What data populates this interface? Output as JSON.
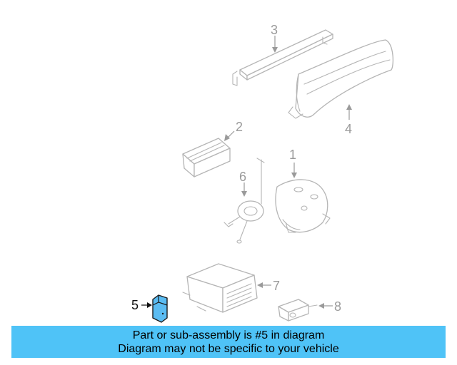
{
  "diagram": {
    "callouts": [
      {
        "id": "callout-1",
        "label": "1"
      },
      {
        "id": "callout-2",
        "label": "2"
      },
      {
        "id": "callout-3",
        "label": "3"
      },
      {
        "id": "callout-4",
        "label": "4"
      },
      {
        "id": "callout-5",
        "label": "5"
      },
      {
        "id": "callout-6",
        "label": "6"
      },
      {
        "id": "callout-7",
        "label": "7"
      },
      {
        "id": "callout-8",
        "label": "8"
      }
    ],
    "highlighted_part": "5",
    "colors": {
      "highlight_fill": "#5bbcf2",
      "line_art": "#b5b5b5",
      "caption_background": "#4fc3f7"
    }
  },
  "caption": {
    "line1": "Part or sub-assembly is #5 in diagram",
    "line2": "Diagram may not be specific to your vehicle"
  }
}
